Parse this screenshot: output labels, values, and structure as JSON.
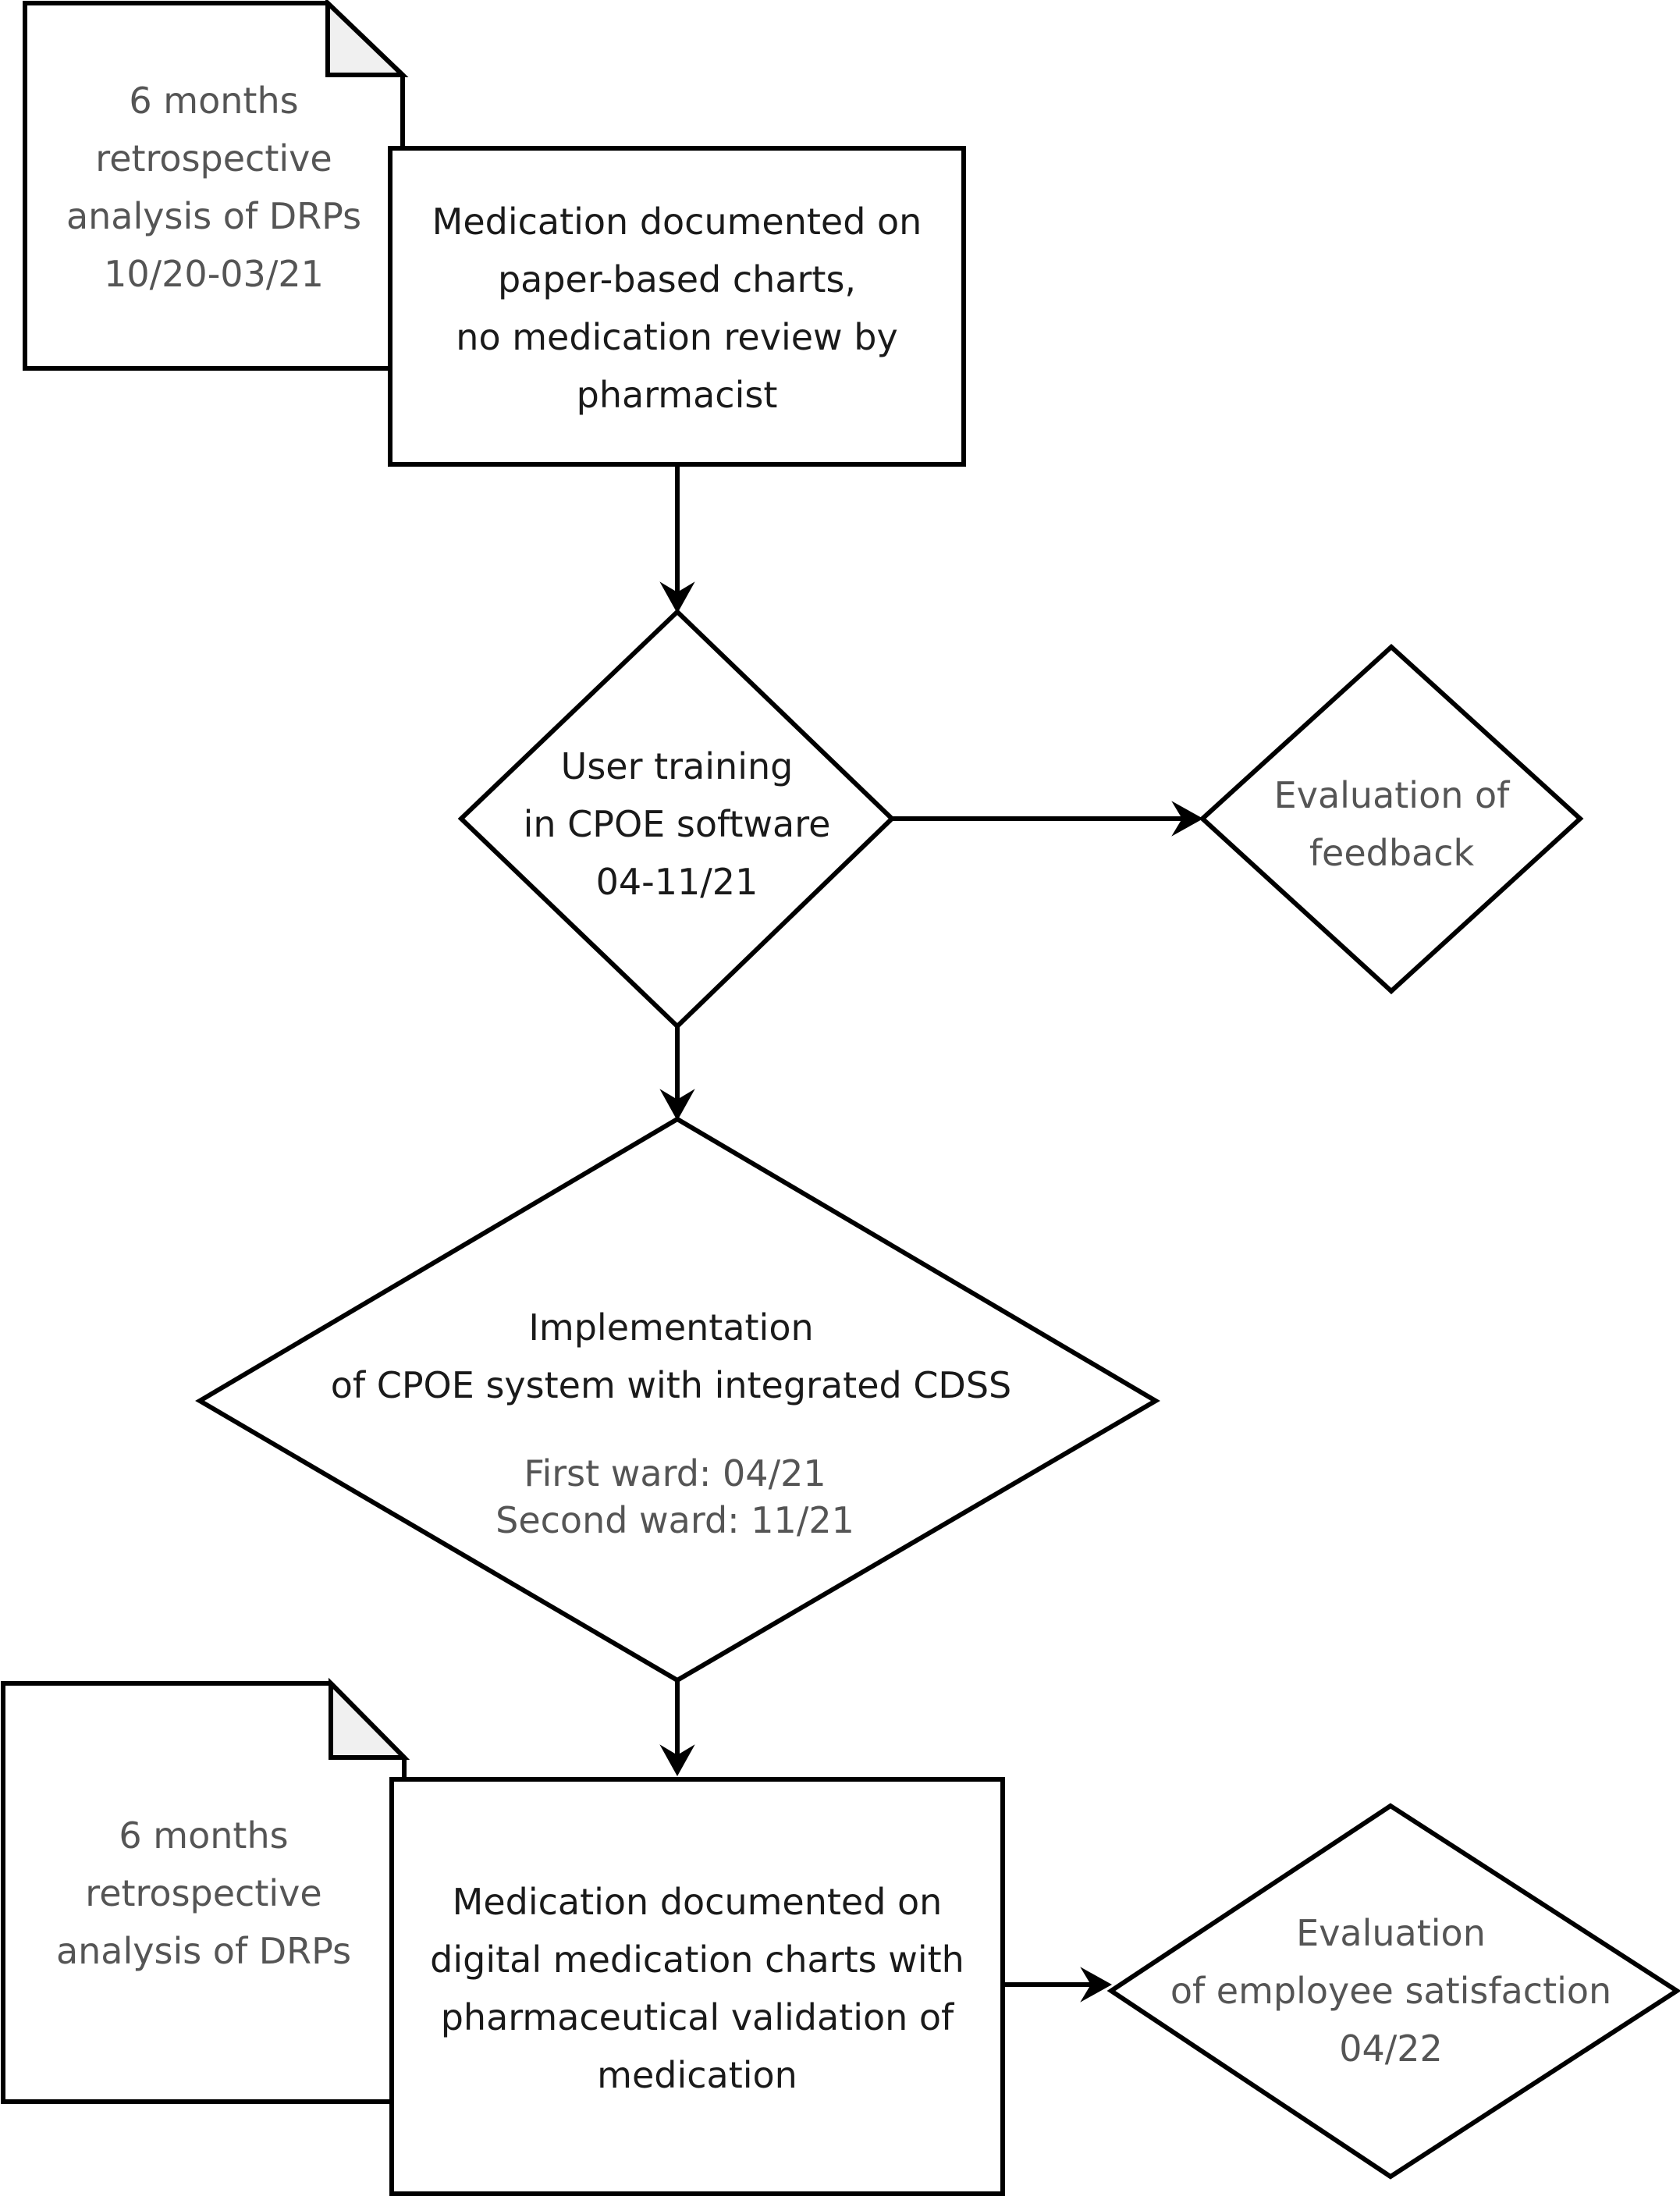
{
  "diagram": {
    "doc_top": {
      "text": "6 months\nretrospective\nanalysis of DRPs\n10/20-03/21"
    },
    "box_paper": {
      "text": "Medication documented on\npaper-based charts,\nno medication review by\npharmacist"
    },
    "diamond_training": {
      "text": "User training\nin CPOE software\n04-11/21"
    },
    "diamond_feedback": {
      "text": "Evaluation of\nfeedback"
    },
    "diamond_implementation": {
      "title": "Implementation\nof CPOE system with integrated CDSS",
      "detail": "First ward: 04/21\nSecond ward: 11/21"
    },
    "doc_bottom": {
      "text": "6 months\nretrospective\nanalysis of DRPs"
    },
    "box_digital": {
      "text": "Medication documented on\ndigital medication charts with\npharmaceutical validation of\nmedication"
    },
    "diamond_satisfaction": {
      "text": "Evaluation\nof employee satisfaction\n04/22"
    }
  },
  "colors": {
    "stroke": "#000000",
    "text_primary": "#1a1a1a",
    "text_secondary": "#555555",
    "fold_fill": "#f0f0f0"
  }
}
